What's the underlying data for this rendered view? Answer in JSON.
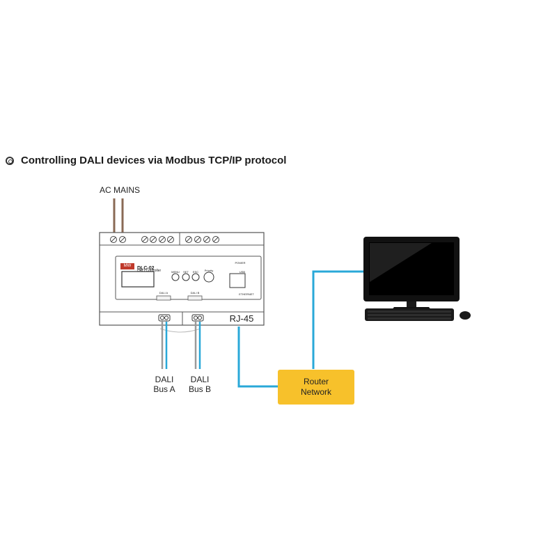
{
  "heading": "Controlling DALI devices via Modbus TCP/IP protocol",
  "device": {
    "brand": "MW",
    "model": "DLC-02",
    "subtitle": "DALI Controller",
    "port_label": "RJ-45",
    "button_labels": [
      "MENU",
      "SET",
      "ESC",
      "Priority"
    ],
    "bus_a_small": "DALI A",
    "bus_b_small": "DALI B",
    "power_small": "POWER",
    "usb_small": "USB",
    "ethernet_small": "ETHERNET"
  },
  "labels": {
    "ac_mains": "AC MAINS",
    "dali_a_line1": "DALI",
    "dali_a_line2": "Bus A",
    "dali_b_line1": "DALI",
    "dali_b_line2": "Bus B",
    "router_line1": "Router",
    "router_line2": "Network"
  },
  "colors": {
    "network_cable": "#29a8d8",
    "ac_wire": "#8a6a55",
    "dali_wire": "#9a9a9a",
    "router_fill": "#f7c12b",
    "device_outline": "#555555",
    "brand_red": "#c0392b"
  }
}
